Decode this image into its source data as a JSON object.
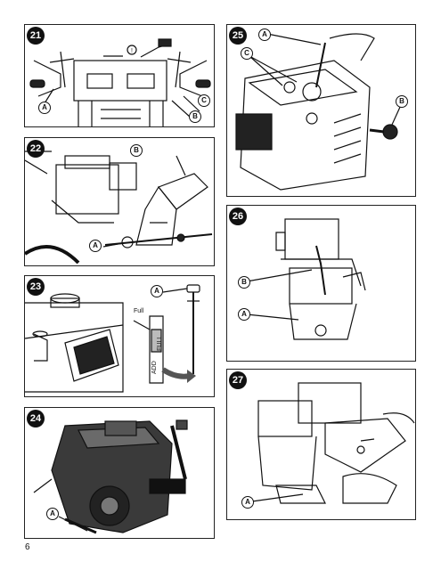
{
  "page": {
    "number": "6"
  },
  "figures": {
    "f21": {
      "number": "21",
      "callouts": {
        "a": "A",
        "b": "B",
        "c": "C"
      }
    },
    "f22": {
      "number": "22",
      "callouts": {
        "a": "A",
        "b": "B"
      }
    },
    "f23": {
      "number": "23",
      "callouts": {
        "a": "A"
      },
      "dipstick": {
        "full_small": "Full",
        "full": "FULL",
        "add": "ADD"
      }
    },
    "f24": {
      "number": "24",
      "callouts": {
        "a": "A"
      }
    },
    "f25": {
      "number": "25",
      "callouts": {
        "a": "A",
        "b": "B",
        "c": "C"
      }
    },
    "f26": {
      "number": "26",
      "callouts": {
        "a": "A",
        "b": "B"
      }
    },
    "f27": {
      "number": "27",
      "callouts": {
        "a": "A"
      }
    }
  }
}
